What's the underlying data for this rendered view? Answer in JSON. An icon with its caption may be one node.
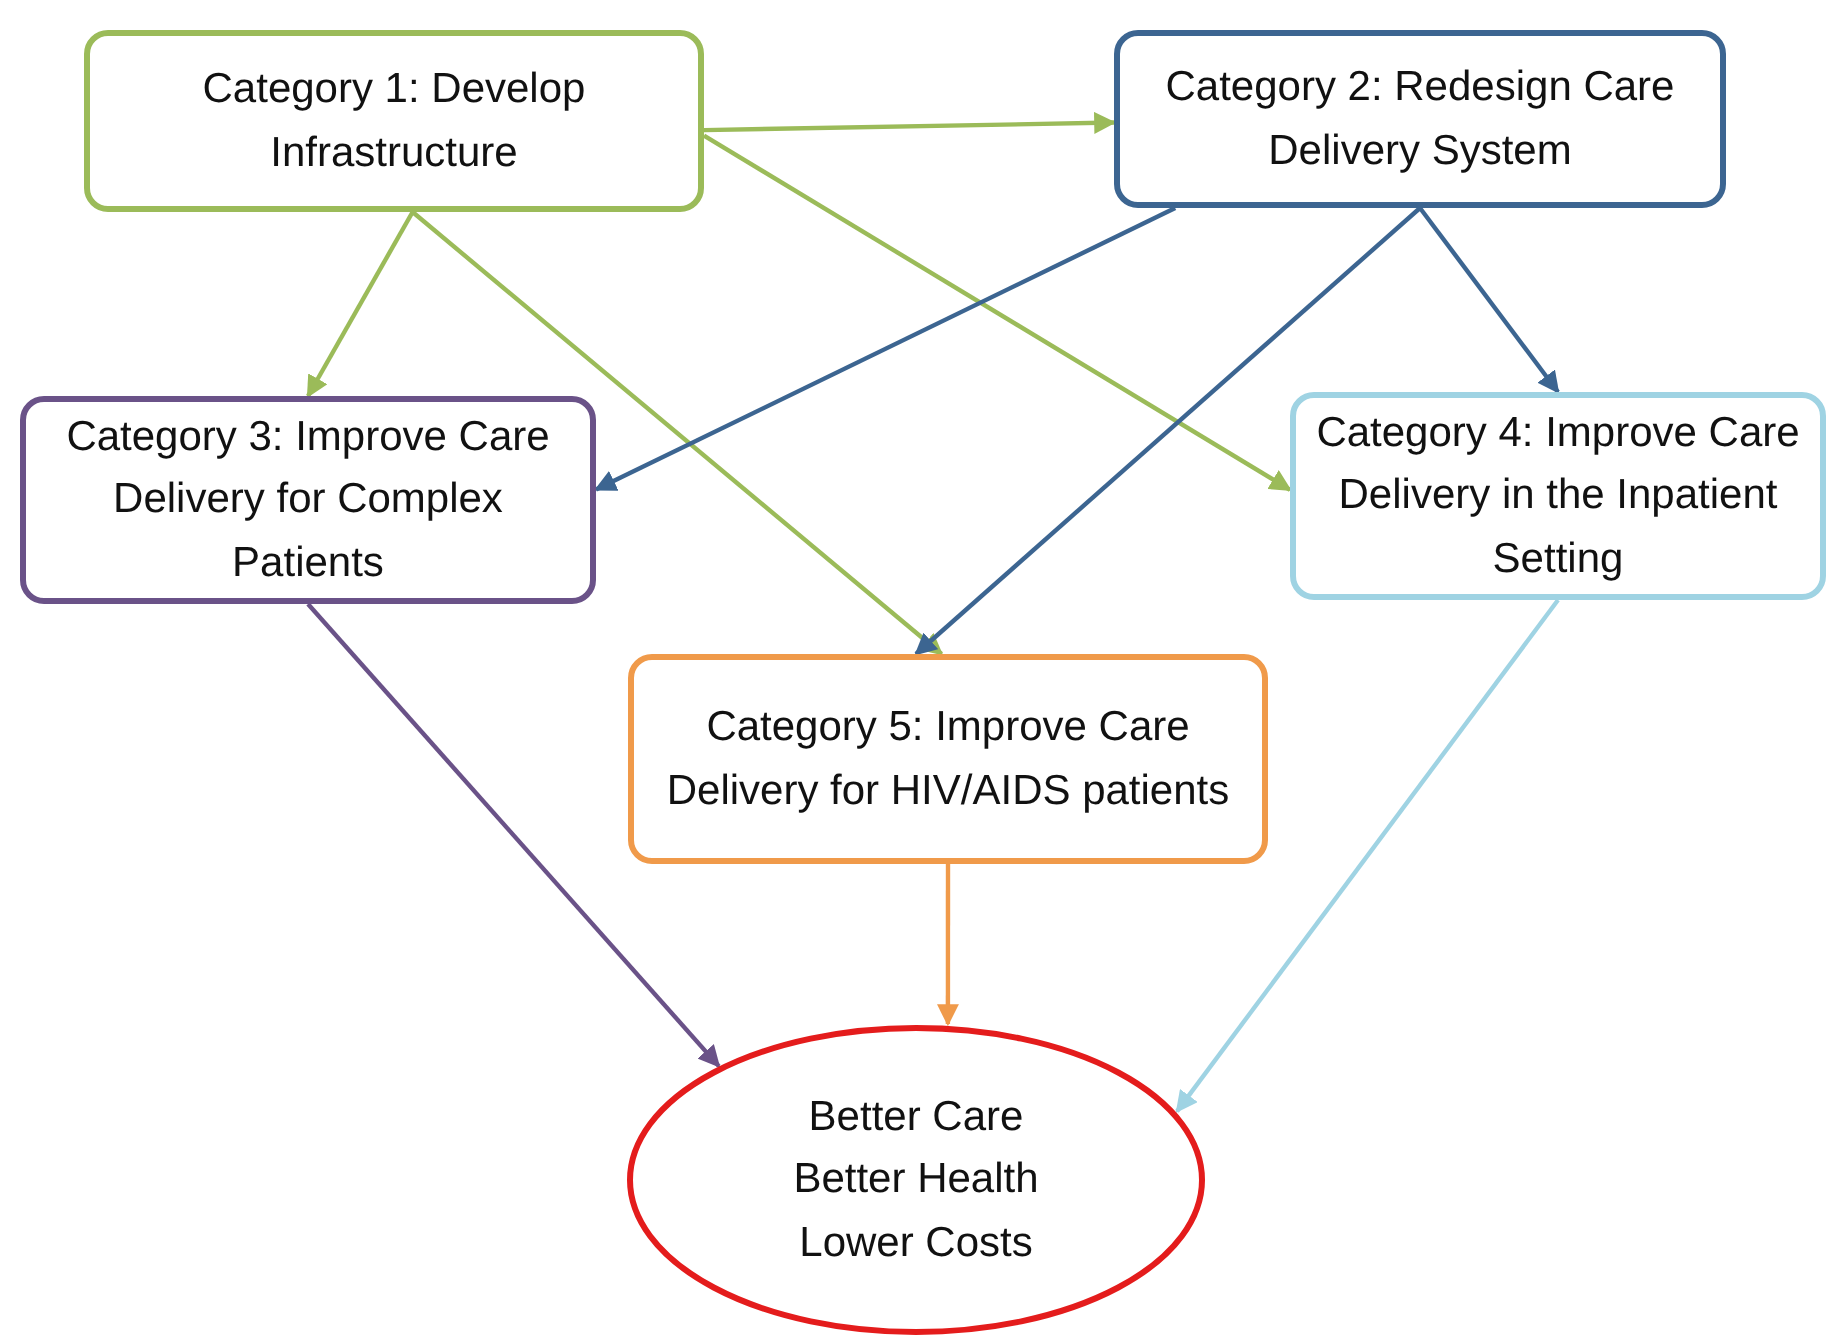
{
  "diagram": {
    "nodes": [
      {
        "text": [
          "Category 1: Develop Infrastructure"
        ]
      },
      {
        "text": [
          "Category 2: Redesign Care Delivery System"
        ]
      },
      {
        "text": [
          "Category 3: Improve Care Delivery for Complex Patients"
        ]
      },
      {
        "text": [
          "Category 4: Improve Care Delivery in the Inpatient Setting"
        ]
      },
      {
        "text": [
          "Category 5: Improve Care Delivery for HIV/AIDS patients"
        ]
      },
      {
        "text": [
          "Better Care Better Health Lower Costs"
        ]
      }
    ],
    "edges": [
      {
        "from": 0,
        "to": 1,
        "arrow": "to"
      },
      {
        "from": 0,
        "to": 2,
        "arrow": "to"
      },
      {
        "from": 0,
        "to": 4,
        "arrow": "to"
      },
      {
        "from": 0,
        "to": 3,
        "arrow": "to"
      },
      {
        "from": 1,
        "to": 2,
        "arrow": "to",
        "color": "#3c6591"
      },
      {
        "from": 1,
        "to": 4,
        "arrow": "to",
        "color": "#3c6591"
      },
      {
        "from": 1,
        "to": 3,
        "arrow": "to",
        "color": "#3c6591"
      },
      {
        "from": 2,
        "to": 5,
        "arrow": "to",
        "color": "#6a5288"
      },
      {
        "from": 4,
        "to": 5,
        "arrow": "to",
        "color": "#f09a4a"
      },
      {
        "from": 3,
        "to": 5,
        "arrow": "to",
        "color": "#9fd3e3"
      }
    ]
  }
}
